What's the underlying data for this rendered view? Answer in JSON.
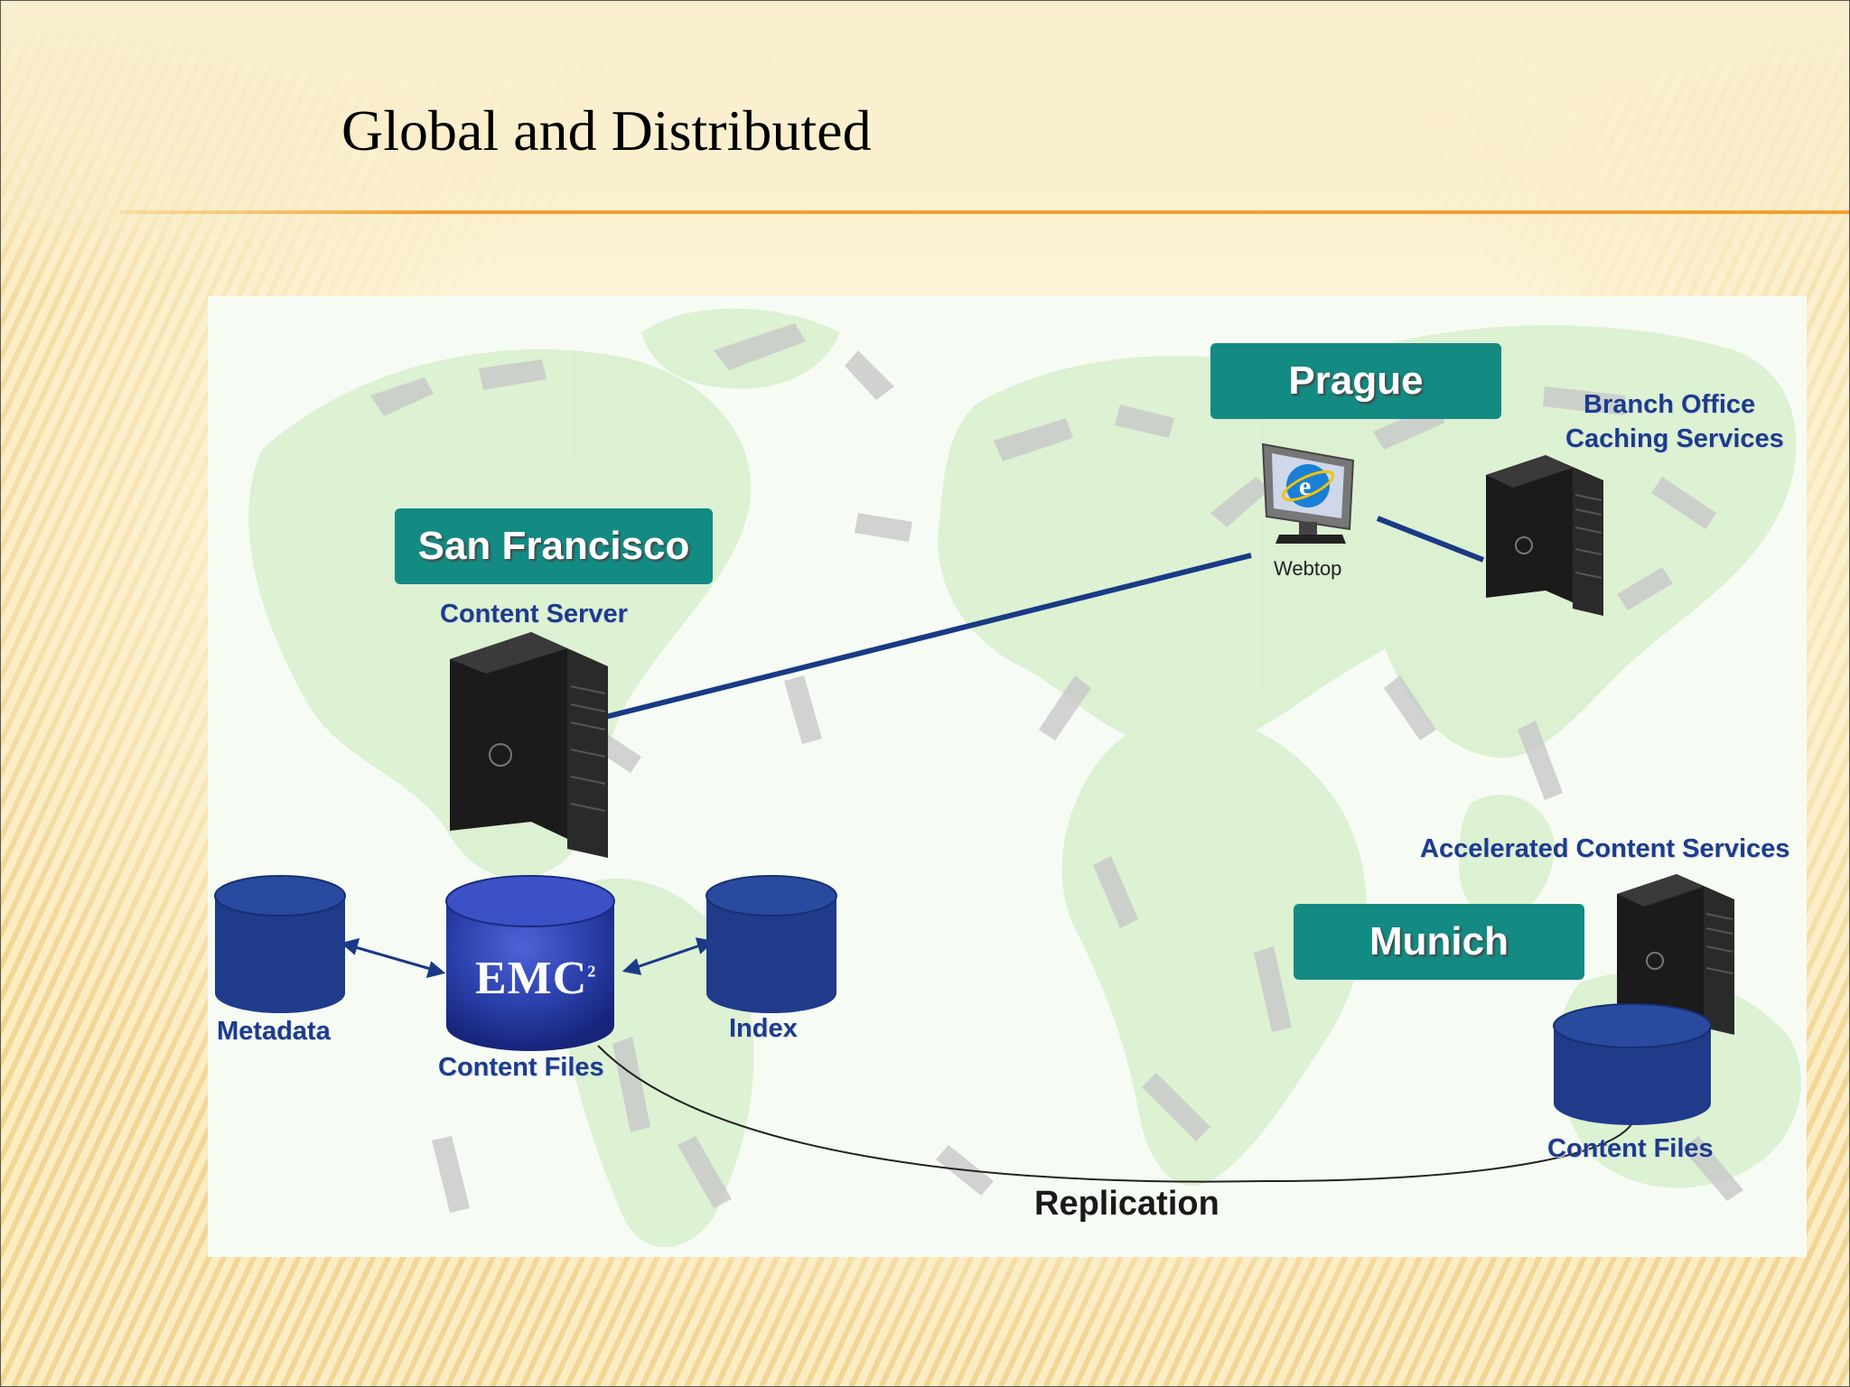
{
  "slide": {
    "title": "Global and Distributed"
  },
  "diagram": {
    "san_francisco": {
      "city": "San Francisco",
      "server_label": "Content Server",
      "storage_label": "Content Files",
      "storage_brand": "EMC",
      "storage_brand_sup": "2",
      "metadata_label": "Metadata",
      "index_label": "Index"
    },
    "prague": {
      "city": "Prague",
      "client_label": "Webtop",
      "server_label_line1": "Branch Office",
      "server_label_line2": "Caching Services"
    },
    "munich": {
      "city": "Munich",
      "server_label": "Accelerated Content Services",
      "storage_label": "Content Files"
    },
    "replication_label": "Replication",
    "colors": {
      "city_box": "#138a82",
      "label_text": "#1d3c8a",
      "link_line": "#1a3a86",
      "cylinder": "#1f3b8a",
      "map_land": "#d9f0cf",
      "map_coast": "#c9c9c9"
    }
  }
}
